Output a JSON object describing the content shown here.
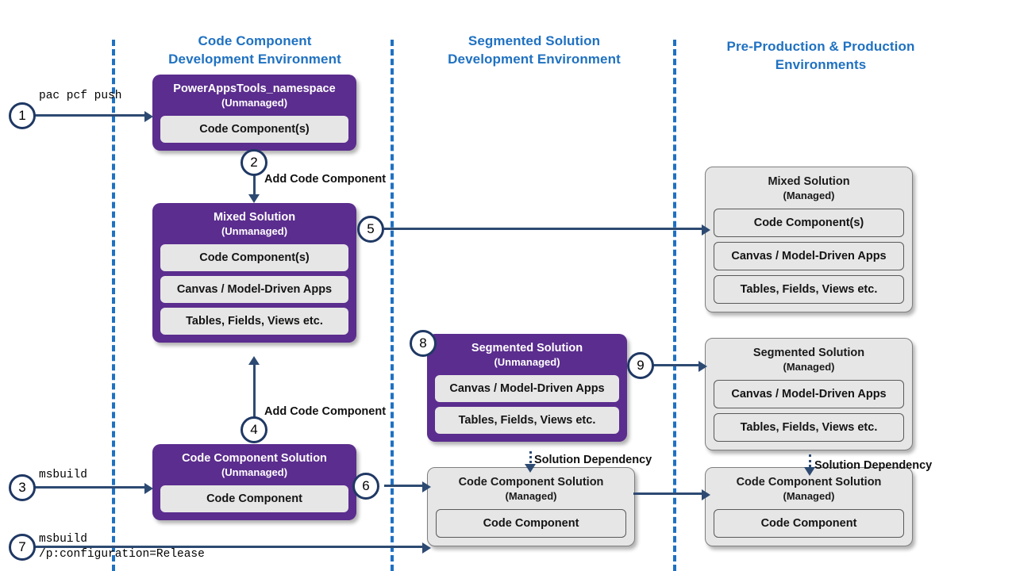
{
  "diagram": {
    "title": "Power Apps code component ALM flow",
    "colors": {
      "lane_title": "#1F71C1",
      "divider": "#1F71C1",
      "unmanaged": "#5B2D8E",
      "managed": "#E6E6E6",
      "connector": "#2D4A72",
      "step_circle_border": "#1F3864"
    }
  },
  "lanes": [
    {
      "id": "lane-code-component",
      "line1": "Code Component",
      "line2": "Development Environment"
    },
    {
      "id": "lane-segmented-solution",
      "line1": "Segmented Solution",
      "line2": "Development Environment"
    },
    {
      "id": "lane-preprod-prod",
      "line1": "Pre-Production & Production",
      "line2": "Environments"
    }
  ],
  "boxes": {
    "powerappstools": {
      "title": "PowerAppsTools_namespace",
      "sub": "(Unmanaged)",
      "items": [
        "Code Component(s)"
      ]
    },
    "mixed_unmanaged": {
      "title": "Mixed Solution",
      "sub": "(Unmanaged)",
      "items": [
        "Code Component(s)",
        "Canvas / Model-Driven Apps",
        "Tables, Fields, Views etc."
      ]
    },
    "mixed_managed": {
      "title": "Mixed Solution",
      "sub": "(Managed)",
      "items": [
        "Code Component(s)",
        "Canvas / Model-Driven Apps",
        "Tables, Fields, Views etc."
      ]
    },
    "segmented_unmanaged": {
      "title": "Segmented Solution",
      "sub": "(Unmanaged)",
      "items": [
        "Canvas / Model-Driven Apps",
        "Tables, Fields, Views etc."
      ]
    },
    "segmented_managed": {
      "title": "Segmented Solution",
      "sub": "(Managed)",
      "items": [
        "Canvas / Model-Driven Apps",
        "Tables, Fields, Views etc."
      ]
    },
    "ccs_unmanaged": {
      "title": "Code Component Solution",
      "sub": "(Unmanaged)",
      "items": [
        "Code Component"
      ]
    },
    "ccs_managed_dev": {
      "title": "Code Component Solution",
      "sub": "(Managed)",
      "items": [
        "Code Component"
      ]
    },
    "ccs_managed_prod": {
      "title": "Code Component Solution",
      "sub": "(Managed)",
      "items": [
        "Code Component"
      ]
    }
  },
  "steps": [
    {
      "id": 1,
      "label": "1"
    },
    {
      "id": 2,
      "label": "2"
    },
    {
      "id": 3,
      "label": "3"
    },
    {
      "id": 4,
      "label": "4"
    },
    {
      "id": 5,
      "label": "5"
    },
    {
      "id": 6,
      "label": "6"
    },
    {
      "id": 7,
      "label": "7"
    },
    {
      "id": 8,
      "label": "8"
    },
    {
      "id": 9,
      "label": "9"
    }
  ],
  "commands": {
    "pac_pcf_push": "pac pcf push",
    "msbuild": "msbuild",
    "msbuild_release_line1": "msbuild",
    "msbuild_release_line2": "/p:configuration=Release"
  },
  "connector_labels": {
    "add_code_component_top": "Add Code Component",
    "add_code_component_bottom": "Add Code Component",
    "solution_dependency_dev": "Solution Dependency",
    "solution_dependency_prod": "Solution Dependency"
  }
}
